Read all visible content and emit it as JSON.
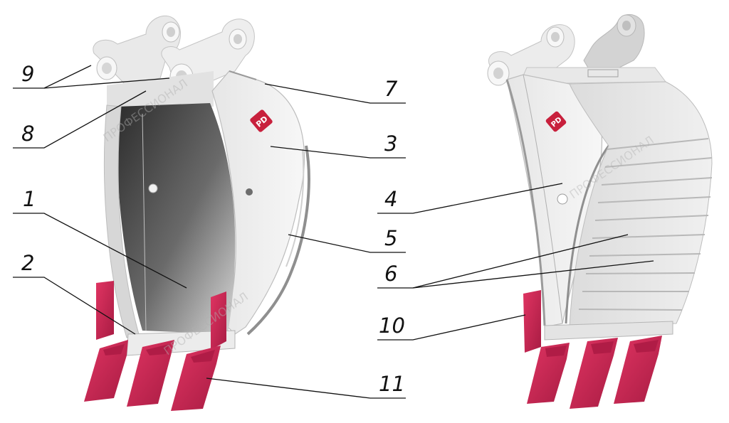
{
  "colors": {
    "steel_light": "#f1f1f1",
    "steel_mid": "#d9d9d9",
    "steel_shade": "#b8b8b8",
    "interior_dark": "#3a3a3a",
    "teeth": "#cc2250",
    "teeth_dark": "#9e1a3d",
    "logo_red": "#c8203c",
    "line": "#111111"
  },
  "callouts": [
    {
      "id": "c1",
      "label": "1"
    },
    {
      "id": "c2",
      "label": "2"
    },
    {
      "id": "c3",
      "label": "3"
    },
    {
      "id": "c4",
      "label": "4"
    },
    {
      "id": "c5",
      "label": "5"
    },
    {
      "id": "c6",
      "label": "6"
    },
    {
      "id": "c7",
      "label": "7"
    },
    {
      "id": "c8",
      "label": "8"
    },
    {
      "id": "c9",
      "label": "9"
    },
    {
      "id": "c10",
      "label": "10"
    },
    {
      "id": "c11",
      "label": "11"
    }
  ],
  "watermark": "ПРОФЕССИОНАЛ",
  "logo_mark": "PD"
}
